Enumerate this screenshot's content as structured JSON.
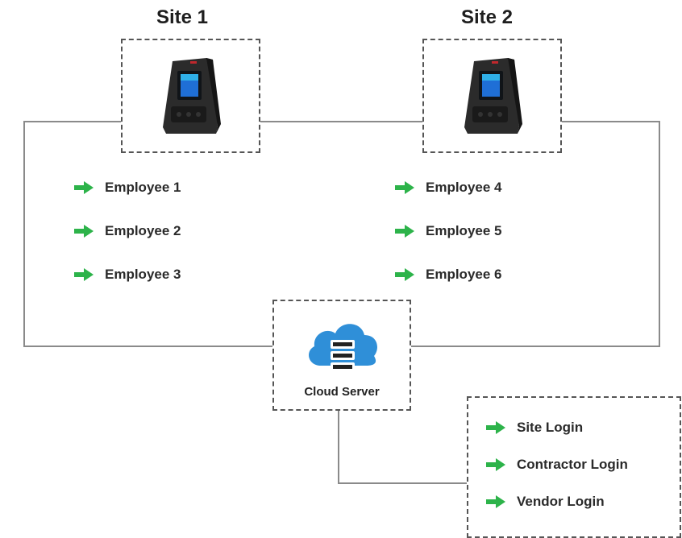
{
  "sites": [
    {
      "title": "Site 1",
      "employees": [
        "Employee 1",
        "Employee 2",
        "Employee 3"
      ]
    },
    {
      "title": "Site 2",
      "employees": [
        "Employee 4",
        "Employee 5",
        "Employee 6"
      ]
    }
  ],
  "server": {
    "label": "Cloud Server",
    "icon": "cloud-server-icon"
  },
  "logins": [
    "Site Login",
    "Contractor Login",
    "Vendor Login"
  ],
  "colors": {
    "arrow": "#2db34a",
    "cloud": "#2f8fd8",
    "device": "#2b2b2b",
    "line": "#7a7a7a"
  }
}
